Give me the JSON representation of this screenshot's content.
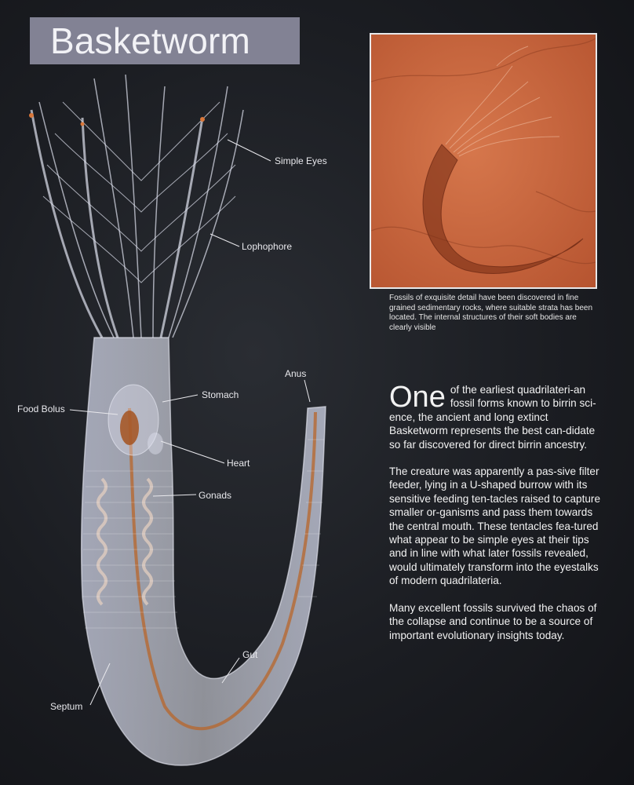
{
  "title": "Basketworm",
  "photo": {
    "caption": "Fossils of exquisite detail have been discovered in fine grained sedimentary rocks, where suitable strata has been located. The internal structures of their soft bodies are clearly visible"
  },
  "article": {
    "drop_word": "One",
    "paragraph1_rest": "of the earliest quadrilateri-an fossil forms known to birrin sci-ence, the ancient and long extinct Basketworm represents the best can-didate so far discovered for direct birrin ancestry.",
    "paragraph2": "The creature was apparently a pas-sive filter feeder, lying in a U-shaped burrow with its sensitive feeding ten-tacles raised to capture smaller or-ganisms and pass them towards the central mouth. These tentacles fea-tured what appear to be simple eyes at their tips and in line with what later fossils revealed, would ultimately transform into the eyestalks of modern quadrilateria.",
    "paragraph3": "Many excellent fossils survived the chaos of the collapse and continue to be a source of important evolutionary insights today."
  },
  "labels": {
    "simple_eyes": "Simple Eyes",
    "lophophore": "Lophophore",
    "anus": "Anus",
    "stomach": "Stomach",
    "food_bolus": "Food Bolus",
    "heart": "Heart",
    "gonads": "Gonads",
    "gut": "Gut",
    "septum": "Septum"
  },
  "colors": {
    "title_box": "#8b8b9e",
    "fossil_rock": "#c9643c",
    "body_tint": "#d9dcec",
    "gut_orange": "#b8662a"
  }
}
